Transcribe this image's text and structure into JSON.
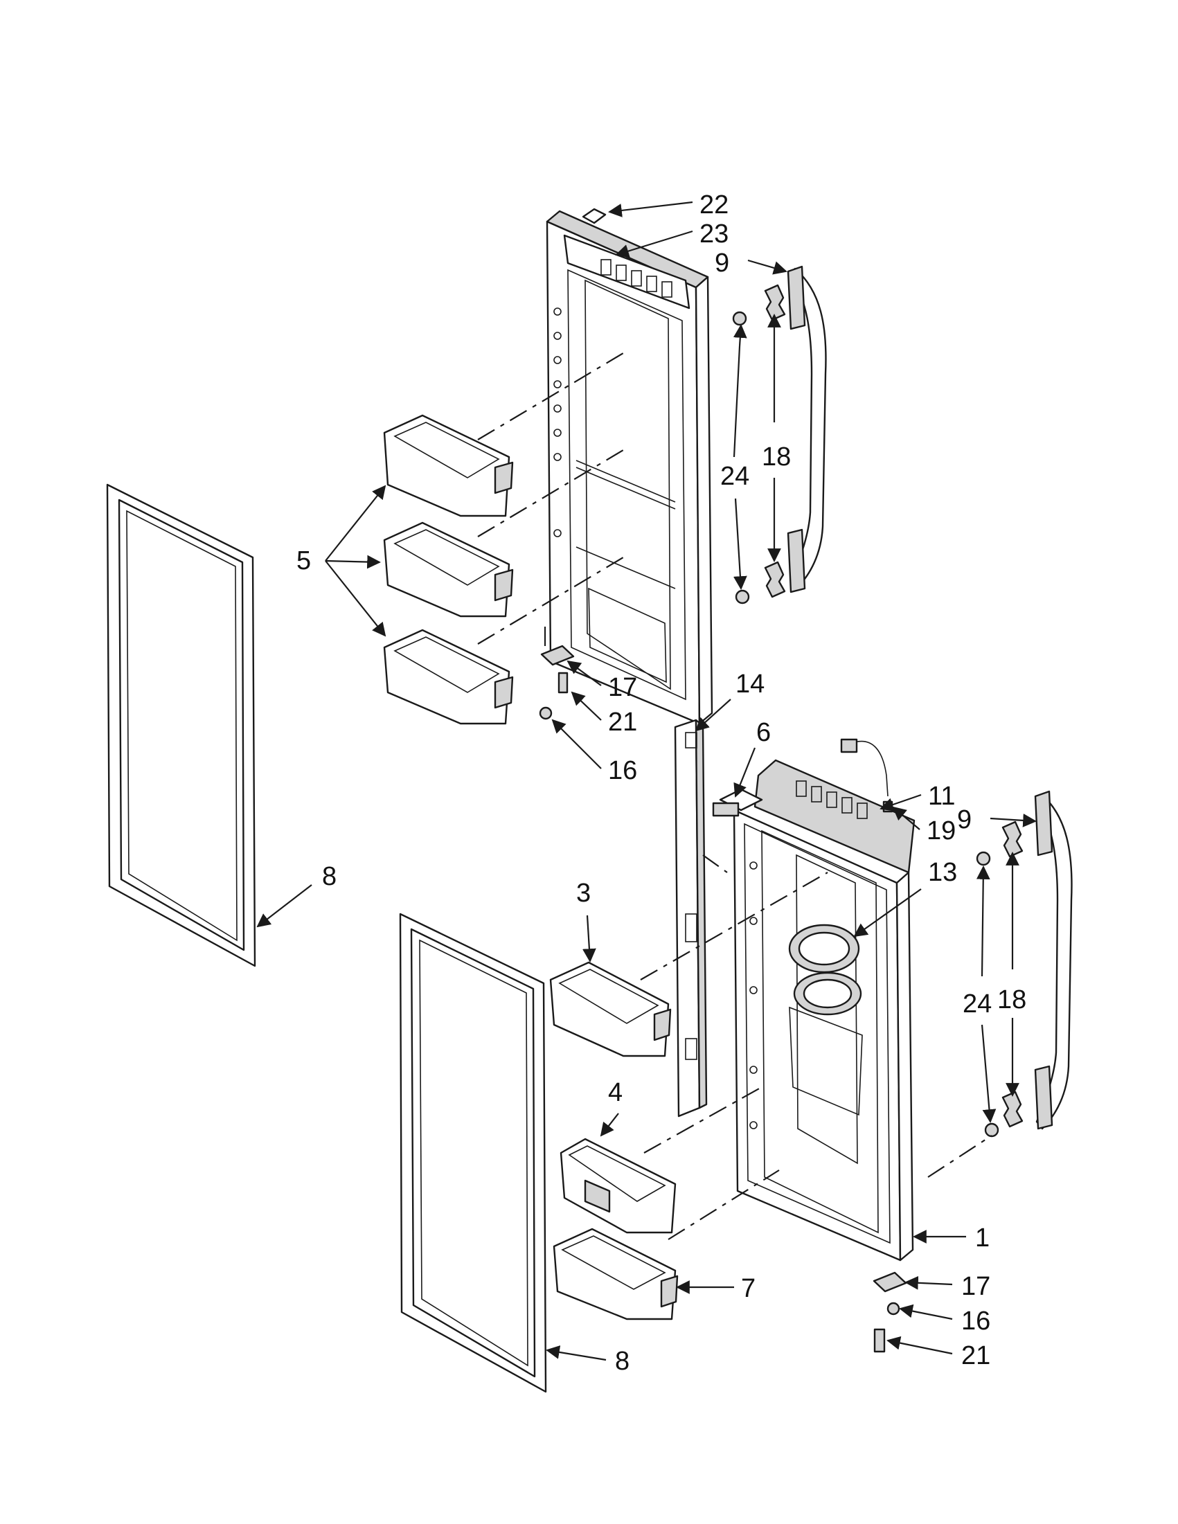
{
  "callouts": {
    "c1": "1",
    "c3": "3",
    "c4": "4",
    "c5": "5",
    "c6": "6",
    "c7": "7",
    "c8a": "8",
    "c8b": "8",
    "c9a": "9",
    "c9b": "9",
    "c11": "11",
    "c13": "13",
    "c14": "14",
    "c16a": "16",
    "c16b": "16",
    "c17a": "17",
    "c17b": "17",
    "c18a": "18",
    "c18b": "18",
    "c19": "19",
    "c21a": "21",
    "c21b": "21",
    "c22": "22",
    "c23": "23",
    "c24a": "24",
    "c24b": "24"
  }
}
